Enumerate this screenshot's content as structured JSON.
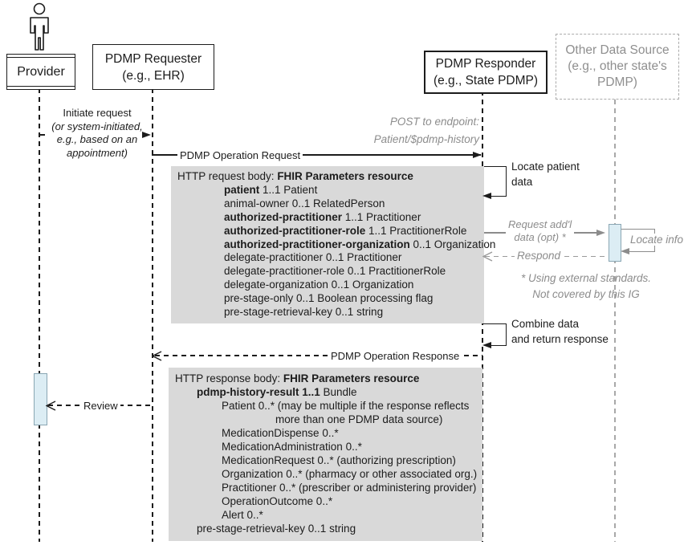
{
  "actors": {
    "provider": {
      "label": "Provider"
    },
    "requester": {
      "line1": "PDMP Requester",
      "line2": "(e.g., EHR)"
    },
    "responder": {
      "line1": "PDMP Responder",
      "line2": "(e.g., State PDMP)"
    },
    "other": {
      "line1": "Other Data Source",
      "line2": "(e.g., other state's",
      "line3": "PDMP)"
    }
  },
  "messages": {
    "initiate": {
      "title": "Initiate request",
      "note_lines": [
        "(or system-initiated,",
        "e.g., based on an",
        "appointment)"
      ]
    },
    "post_endpoint": {
      "line1": "POST to endpoint:",
      "line2": "Patient/$pdmp-history"
    },
    "operation_request": "PDMP Operation Request",
    "locate_patient": {
      "line1": "Locate patient",
      "line2": "data"
    },
    "request_addl": {
      "line1": "Request add'l",
      "line2": "data (opt) *"
    },
    "locate_info": "Locate info",
    "respond": "Respond",
    "external_note": {
      "line1": "* Using external standards.",
      "line2": "Not covered by this IG"
    },
    "combine": {
      "line1": "Combine data",
      "line2": "and return response"
    },
    "operation_response": "PDMP Operation Response",
    "review": "Review"
  },
  "request_box": {
    "lines": [
      {
        "indent": 0,
        "segs": [
          {
            "t": "HTTP request body: "
          },
          {
            "t": "FHIR Parameters resource",
            "b": 1
          }
        ]
      },
      {
        "indent": 2,
        "segs": [
          {
            "t": "patient",
            "b": 1
          },
          {
            "t": " 1..1 Patient"
          }
        ]
      },
      {
        "indent": 2,
        "segs": [
          {
            "t": "animal-owner 0..1 RelatedPerson"
          }
        ]
      },
      {
        "indent": 2,
        "segs": [
          {
            "t": "authorized-practitioner",
            "b": 1
          },
          {
            "t": " 1..1 Practitioner"
          }
        ]
      },
      {
        "indent": 2,
        "segs": [
          {
            "t": "authorized-practitioner-role",
            "b": 1
          },
          {
            "t": " 1..1 PractitionerRole"
          }
        ]
      },
      {
        "indent": 2,
        "segs": [
          {
            "t": "authorized-practitioner-organization",
            "b": 1
          },
          {
            "t": " 0..1 Organization"
          }
        ]
      },
      {
        "indent": 2,
        "segs": [
          {
            "t": "delegate-practitioner 0..1 Practitioner"
          }
        ]
      },
      {
        "indent": 2,
        "segs": [
          {
            "t": "delegate-practitioner-role 0..1 PractitionerRole"
          }
        ]
      },
      {
        "indent": 2,
        "segs": [
          {
            "t": "delegate-organization 0..1 Organization"
          }
        ]
      },
      {
        "indent": 2,
        "segs": [
          {
            "t": "pre-stage-only 0..1 Boolean processing flag"
          }
        ]
      },
      {
        "indent": 2,
        "segs": [
          {
            "t": "pre-stage-retrieval-key 0..1 string"
          }
        ]
      }
    ]
  },
  "response_box": {
    "lines": [
      {
        "indent": 0,
        "segs": [
          {
            "t": "HTTP response body: "
          },
          {
            "t": "FHIR Parameters resource",
            "b": 1
          }
        ]
      },
      {
        "indent": 1,
        "segs": [
          {
            "t": "pdmp-history-result 1..1",
            "b": 1
          },
          {
            "t": " Bundle"
          }
        ]
      },
      {
        "indent": 2,
        "segs": [
          {
            "t": "Patient 0..* (may be multiple if the response reflects"
          }
        ]
      },
      {
        "indent": 3,
        "segs": [
          {
            "t": "more than one PDMP data source)"
          }
        ]
      },
      {
        "indent": 2,
        "segs": [
          {
            "t": "MedicationDispense 0..*"
          }
        ]
      },
      {
        "indent": 2,
        "segs": [
          {
            "t": "MedicationAdministration 0..*"
          }
        ]
      },
      {
        "indent": 2,
        "segs": [
          {
            "t": "MedicationRequest 0..* (authorizing prescription)"
          }
        ]
      },
      {
        "indent": 2,
        "segs": [
          {
            "t": "Organization 0..* (pharmacy or other associated org.)"
          }
        ]
      },
      {
        "indent": 2,
        "segs": [
          {
            "t": "Practitioner 0..* (prescriber or administering provider)"
          }
        ]
      },
      {
        "indent": 2,
        "segs": [
          {
            "t": "OperationOutcome 0..*"
          }
        ]
      },
      {
        "indent": 2,
        "segs": [
          {
            "t": "Alert 0..*"
          }
        ]
      },
      {
        "indent": 1,
        "segs": [
          {
            "t": "pre-stage-retrieval-key 0..1 string"
          }
        ]
      }
    ]
  },
  "colors": {
    "param_box_fill": "#d9d9d9",
    "activation_fill": "#dcedf4",
    "annotation_gray": "#8c8c8c",
    "other_source_gray": "#ababab",
    "line_black": "#1c1c1c"
  }
}
